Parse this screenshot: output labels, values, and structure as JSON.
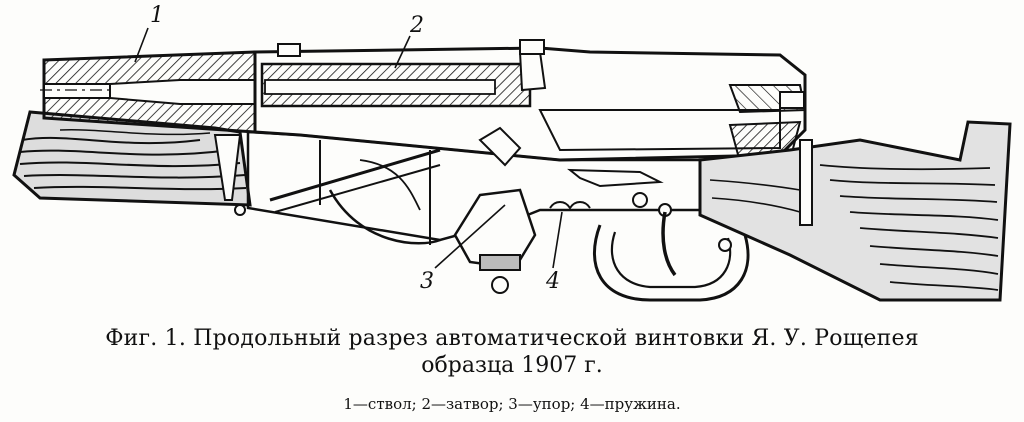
{
  "figure": {
    "callouts": [
      "1",
      "2",
      "3",
      "4"
    ]
  },
  "caption": {
    "line1": "Фиг. 1. Продольный разрез автоматической винтовки Я. У. Рощепея",
    "line2": "образца 1907 г."
  },
  "legend": {
    "text": "1—ствол;  2—затвор;  3—упор;  4—пружина."
  },
  "colors": {
    "ink": "#111111",
    "paper": "#fdfdfb"
  }
}
